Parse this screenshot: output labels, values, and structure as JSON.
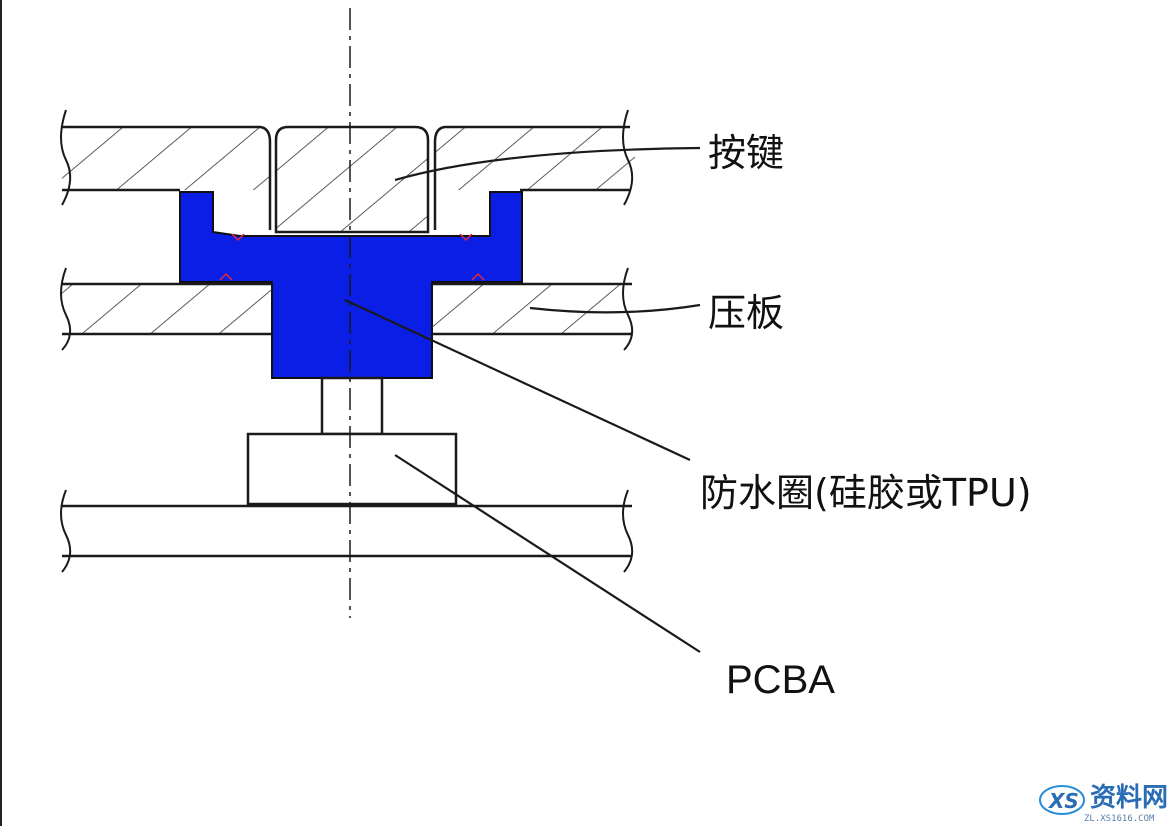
{
  "labels": {
    "key": "按键",
    "pressure_plate": "压板",
    "waterproof_ring": "防水圈(硅胶或TPU)",
    "pcba": "PCBA"
  },
  "watermark": {
    "logo_letters": "XS",
    "text": "资料网",
    "sub": "ZL.XS1616.COM"
  },
  "colors": {
    "seal": "#0a1ee6",
    "line": "#1a1a1a",
    "hatch": "#333333",
    "seal_mark": "#e8283c"
  }
}
